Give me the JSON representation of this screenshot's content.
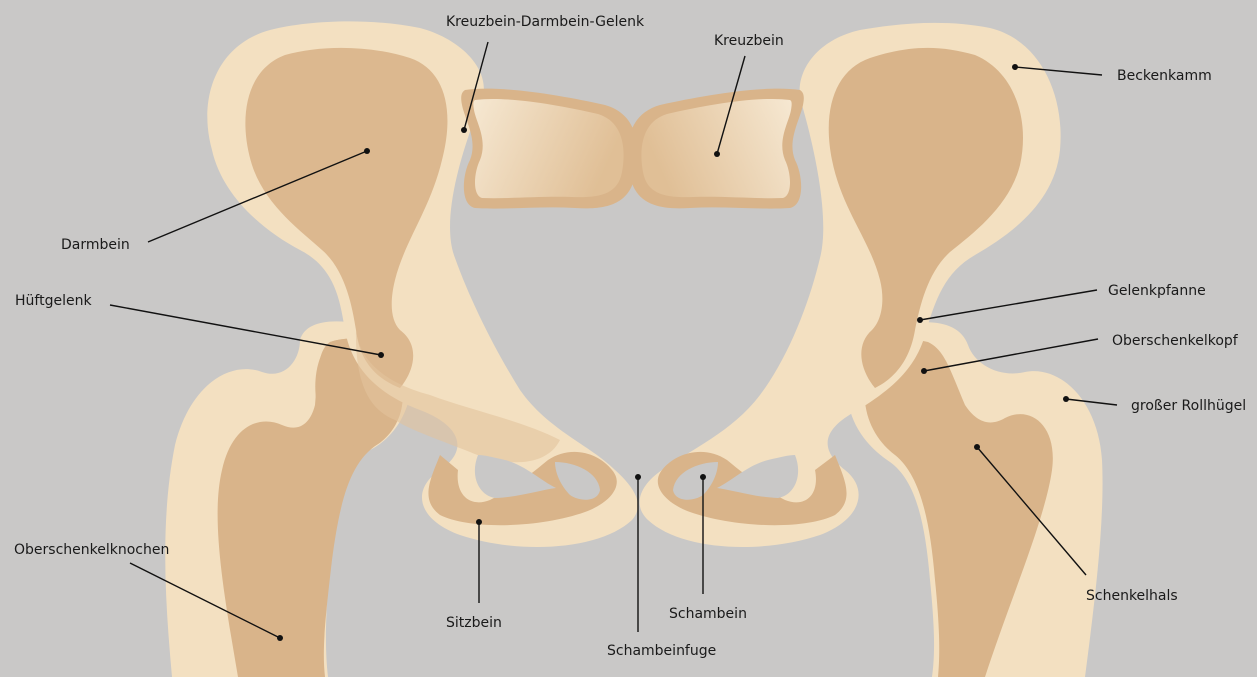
{
  "diagram": {
    "colors": {
      "background": "#c9c8c7",
      "bone_outer": "#f4e1c1",
      "bone_inner": "#d9b48a",
      "bone_mid": "#e7cba3"
    },
    "labels": {
      "kreuzbein_darmbein_gelenk": "Kreuzbein-Darmbein-Gelenk",
      "kreuzbein": "Kreuzbein",
      "beckenkamm": "Beckenkamm",
      "darmbein": "Darmbein",
      "hueftgelenk": "Hüftgelenk",
      "gelenkpfanne": "Gelenkpfanne",
      "oberschenkelkopf": "Oberschenkelkopf",
      "grosser_rollhuegel": "großer Rollhügel",
      "oberschenkelknochen": "Oberschenkelknochen",
      "schenkelhals": "Schenkelhals",
      "sitzbein": "Sitzbein",
      "schambein": "Schambein",
      "schambeinfuge": "Schambeinfuge"
    }
  }
}
